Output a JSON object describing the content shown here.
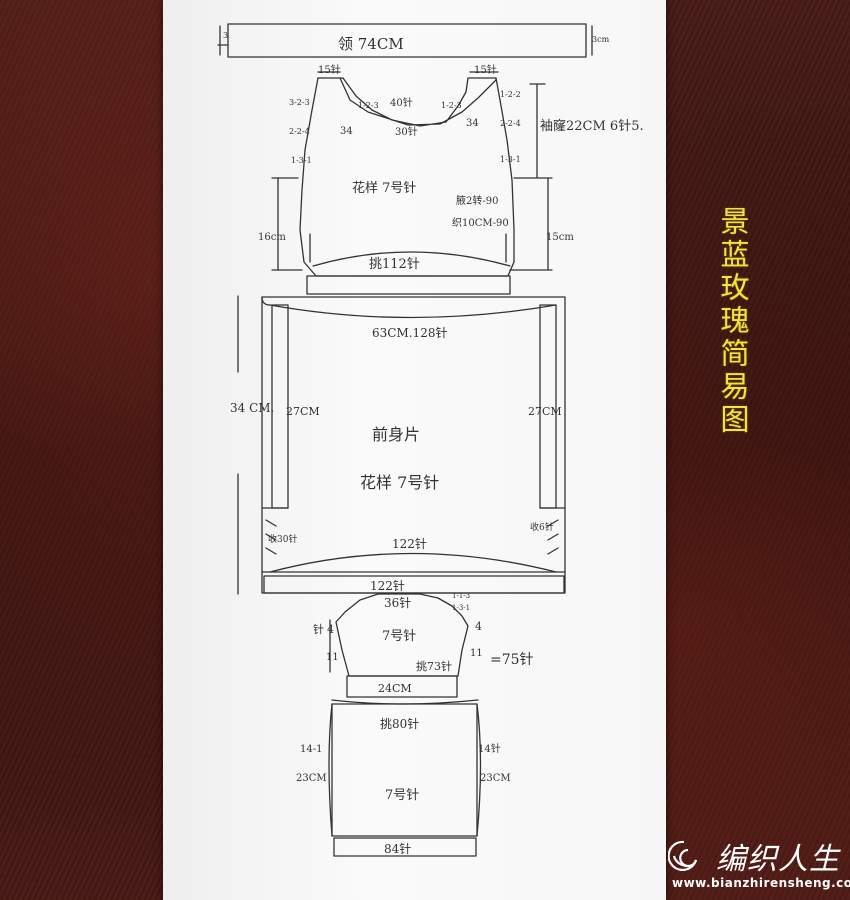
{
  "side_title": "景蓝玫瑰简易图",
  "collar": {
    "label": "领 74CM",
    "side_left": "3",
    "side_right": "3cm"
  },
  "back": {
    "shoulder_left": "15针",
    "shoulder_right": "15针",
    "dec_left_1": "3-2-3",
    "dec_left_2": "2-2-4",
    "dec_left_3": "1-3-1",
    "dec_inner_left": "1-2-3",
    "dec_inner_right": "1-2-3",
    "neck_center": "40针",
    "neck_l": "30针",
    "count_l": "34",
    "count_r": "34",
    "dec_right_1": "1-2-2",
    "dec_right_2": "2-2-4",
    "dec_right_3": "1-3-1",
    "armhole_note": "袖窿22CM 6针5.",
    "pattern": "花样 7号针",
    "raglan_note": "腋2转-90",
    "pickup_note": "织10CM-90",
    "side_left_h": "16cm",
    "side_right_h": "15cm",
    "hem": "挑112针"
  },
  "front": {
    "top": "63CM.128针",
    "height": "34 CM.",
    "left_strip": "27CM",
    "right_strip": "27CM",
    "name": "前身片",
    "pattern": "花样 7号针",
    "hem": "122针",
    "corner_left": "收30针",
    "corner_right": "收6针",
    "band": "122针"
  },
  "sleeve": {
    "top": "36针",
    "cap_right_1": "1-1-3",
    "cap_right_2": "1-3-1",
    "side_left_a": "4",
    "side_left_b": "11",
    "side_right_a": "4",
    "side_right_b": "11",
    "count_prefix": "针",
    "pattern": "7号针",
    "pickup": "挑73针",
    "total": "=75针",
    "cuff": "24CM"
  },
  "skirt": {
    "pickup": "挑80针",
    "inc_left": "14-1",
    "inc_right": "14针",
    "height_left": "23CM",
    "height_right": "23CM",
    "pattern": "7号针",
    "hem": "84针"
  },
  "watermark": {
    "text": "编织人生",
    "url": "www.bianzhirensheng.com"
  }
}
